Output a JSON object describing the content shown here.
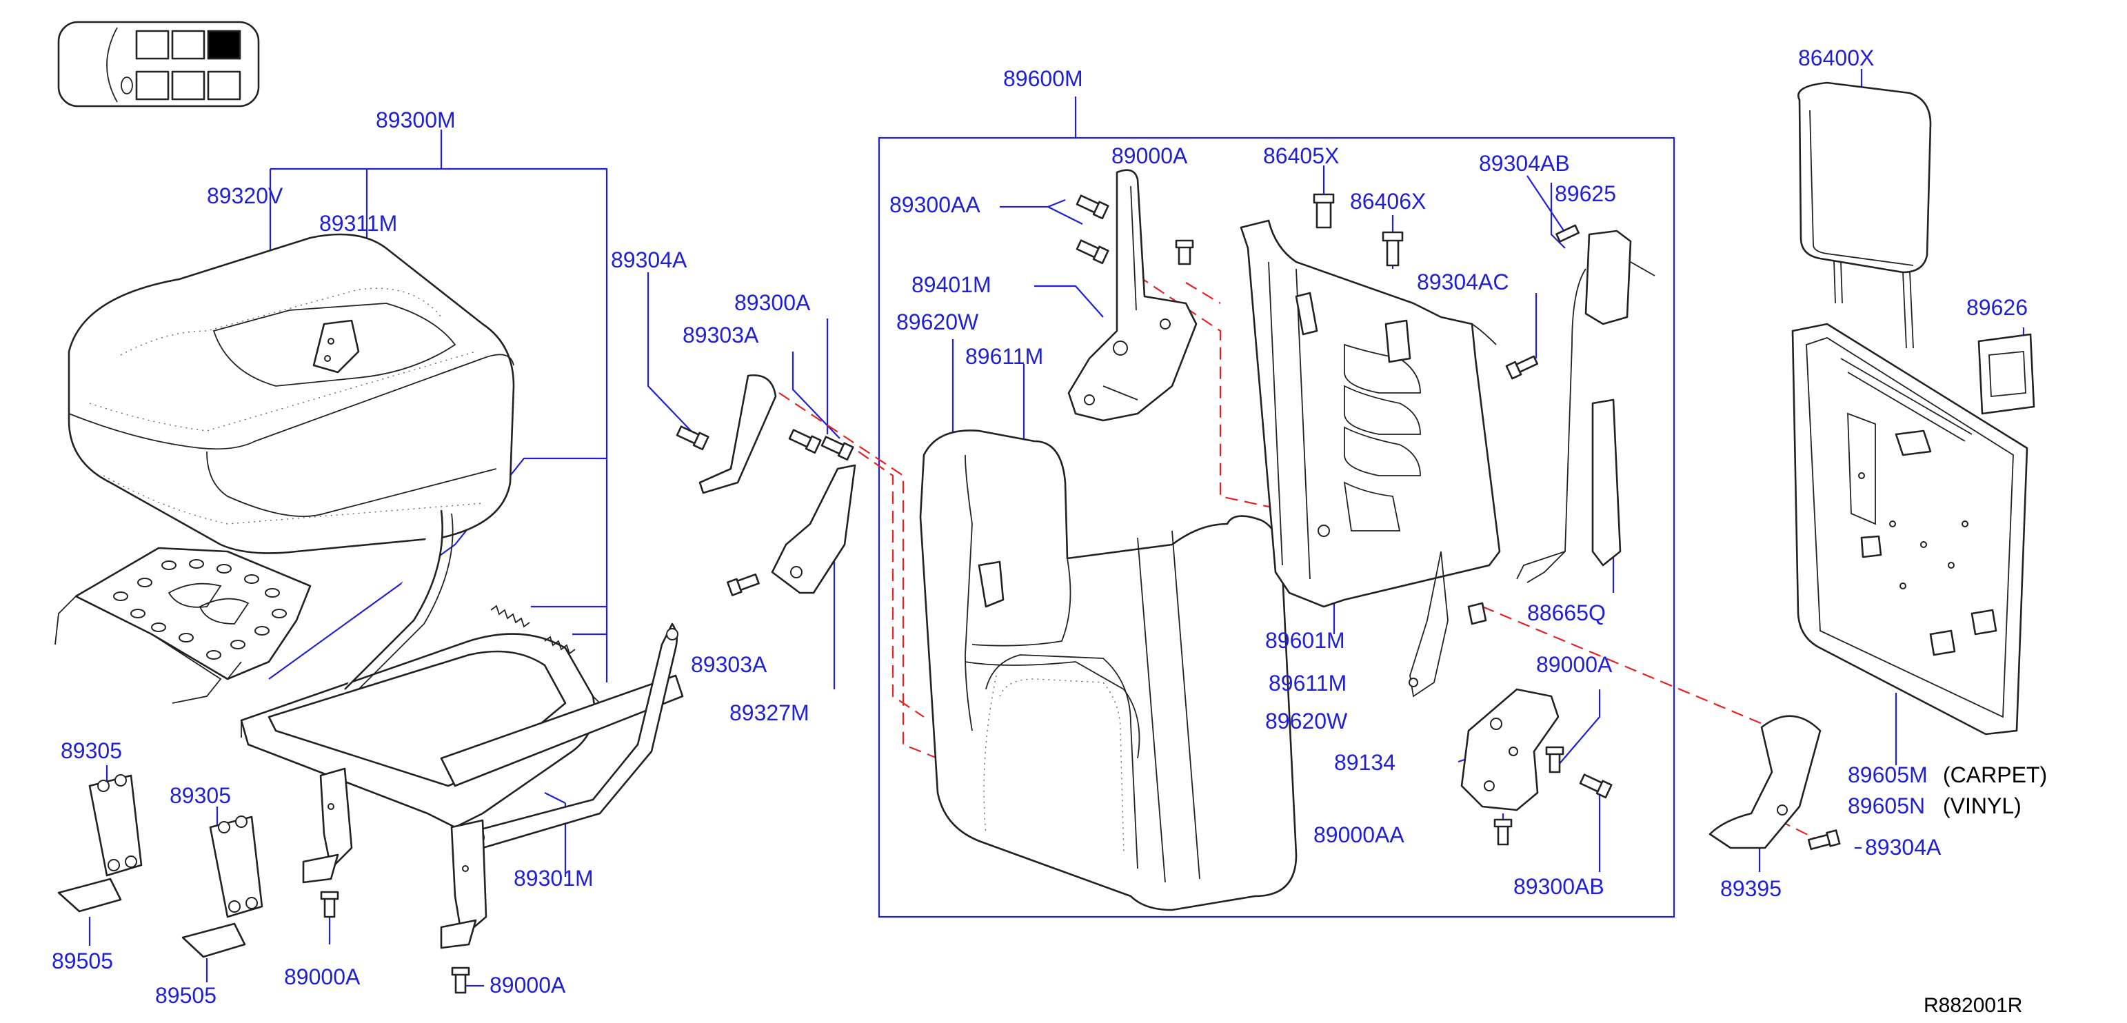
{
  "diagram": {
    "reference_code": "R882001R",
    "labels": {
      "l_89300M": "89300M",
      "l_89320V": "89320V",
      "l_89311M": "89311M",
      "l_89304A_1": "89304A",
      "l_89300A": "89300A",
      "l_89303A_1": "89303A",
      "l_89303A_2": "89303A",
      "l_89327M": "89327M",
      "l_89305_1": "89305",
      "l_89305_2": "89305",
      "l_89505_1": "89505",
      "l_89505_2": "89505",
      "l_89000A_1": "89000A",
      "l_89000A_2": "89000A",
      "l_89301M": "89301M",
      "l_89600M": "89600M",
      "l_89300AA": "89300AA",
      "l_89000A_3": "89000A",
      "l_89401M": "89401M",
      "l_89620W_1": "89620W",
      "l_89611M_1": "89611M",
      "l_86405X": "86405X",
      "l_86406X": "86406X",
      "l_89304AC": "89304AC",
      "l_89304AB": "89304AB",
      "l_89625": "89625",
      "l_88665Q": "88665Q",
      "l_89601M": "89601M",
      "l_89611M_2": "89611M",
      "l_89620W_2": "89620W",
      "l_89134": "89134",
      "l_89000A_4": "89000A",
      "l_89000AA": "89000AA",
      "l_89300AB": "89300AB",
      "l_86400X": "86400X",
      "l_89626": "89626",
      "l_89605M": "89605M",
      "l_89605N": "89605N",
      "l_89395": "89395",
      "l_89304A_2": "89304A"
    },
    "notes": {
      "carpet": "(CARPET)",
      "vinyl": "(VINYL)"
    },
    "colors": {
      "label": "#1f1fd6",
      "line": "#1f1fd6",
      "dashed": "#e52222",
      "part": "#222222"
    }
  }
}
